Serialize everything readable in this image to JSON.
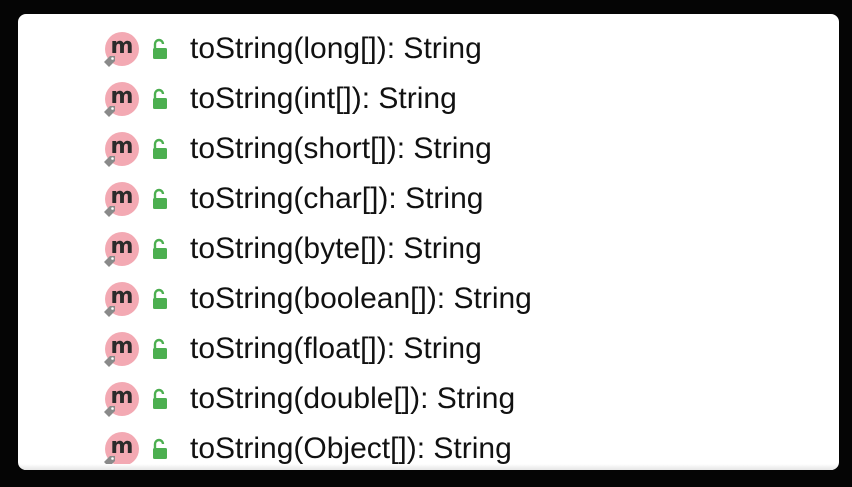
{
  "methods": [
    {
      "signature": "toString(long[]): String",
      "icon_letter": "m",
      "kind_icon": "method-icon",
      "visibility_icon": "unlocked-padlock-icon"
    },
    {
      "signature": "toString(int[]): String",
      "icon_letter": "m",
      "kind_icon": "method-icon",
      "visibility_icon": "unlocked-padlock-icon"
    },
    {
      "signature": "toString(short[]): String",
      "icon_letter": "m",
      "kind_icon": "method-icon",
      "visibility_icon": "unlocked-padlock-icon"
    },
    {
      "signature": "toString(char[]): String",
      "icon_letter": "m",
      "kind_icon": "method-icon",
      "visibility_icon": "unlocked-padlock-icon"
    },
    {
      "signature": "toString(byte[]): String",
      "icon_letter": "m",
      "kind_icon": "method-icon",
      "visibility_icon": "unlocked-padlock-icon"
    },
    {
      "signature": "toString(boolean[]): String",
      "icon_letter": "m",
      "kind_icon": "method-icon",
      "visibility_icon": "unlocked-padlock-icon"
    },
    {
      "signature": "toString(float[]): String",
      "icon_letter": "m",
      "kind_icon": "method-icon",
      "visibility_icon": "unlocked-padlock-icon"
    },
    {
      "signature": "toString(double[]): String",
      "icon_letter": "m",
      "kind_icon": "method-icon",
      "visibility_icon": "unlocked-padlock-icon"
    },
    {
      "signature": "toString(Object[]): String",
      "icon_letter": "m",
      "kind_icon": "method-icon",
      "visibility_icon": "unlocked-padlock-icon"
    }
  ],
  "colors": {
    "method_badge": "#f3a9b3",
    "public_lock": "#4caf50",
    "background": "#050505",
    "panel": "#ffffff"
  }
}
